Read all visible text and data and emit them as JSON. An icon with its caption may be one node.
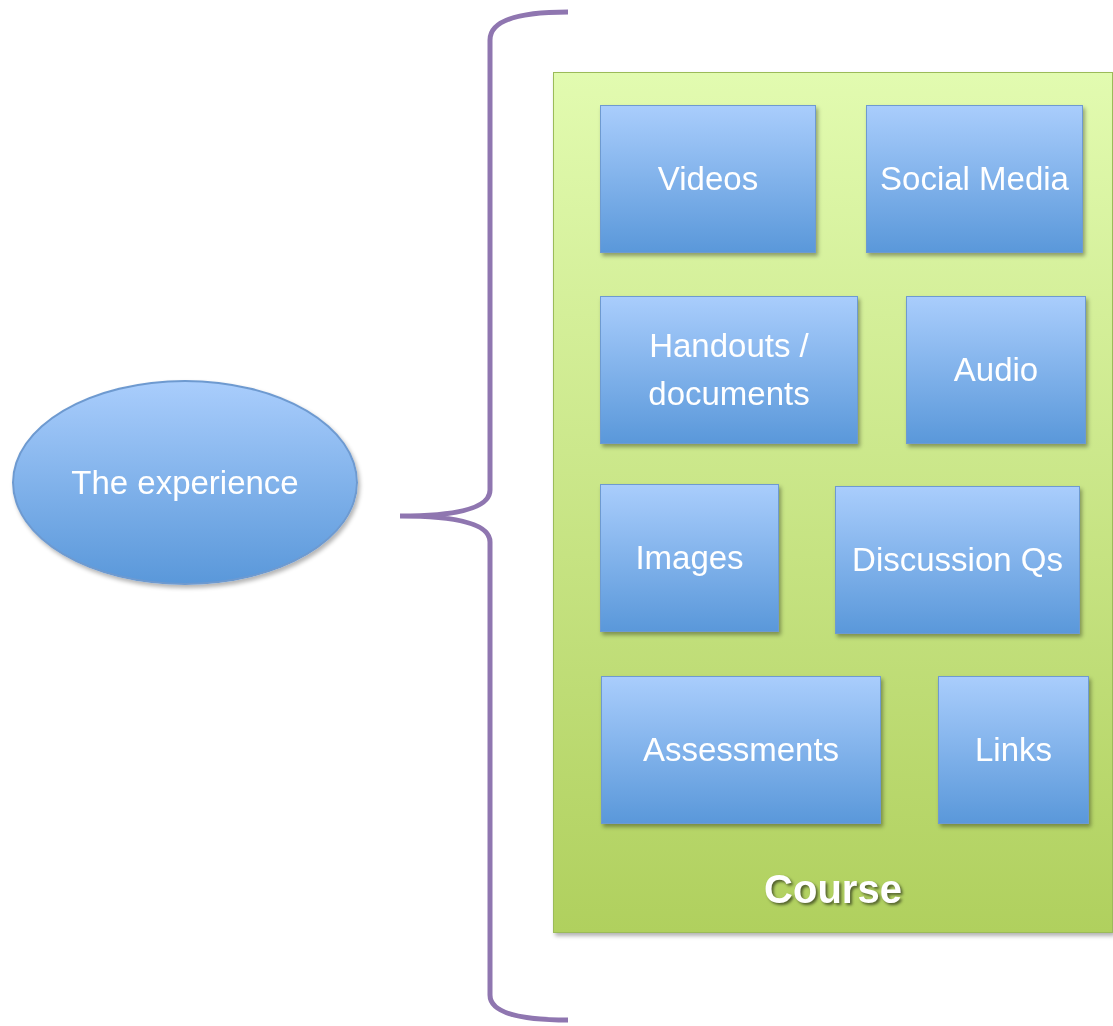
{
  "diagram": {
    "nodes": [
      {
        "text": [
          "The experience"
        ]
      },
      {
        "text": [
          "Course"
        ]
      },
      {
        "text": [
          "Videos"
        ],
        "in": 1
      },
      {
        "text": [
          "Social Media"
        ],
        "in": 1
      },
      {
        "text": [
          "Handouts / documents"
        ],
        "in": 1
      },
      {
        "text": [
          "Audio"
        ],
        "in": 1
      },
      {
        "text": [
          "Images"
        ],
        "in": 1
      },
      {
        "text": [
          "Discussion Qs"
        ],
        "in": 1
      },
      {
        "text": [
          "Assessments"
        ],
        "in": 1
      },
      {
        "text": [
          "Links"
        ],
        "in": 1
      }
    ]
  }
}
